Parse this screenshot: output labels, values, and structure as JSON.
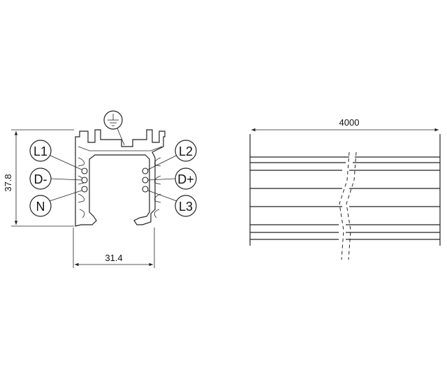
{
  "cross_section": {
    "height_dim": "37.8",
    "width_dim": "31.4",
    "ground_symbol": "ground-icon",
    "labels": {
      "l1": "L1",
      "d_minus": "D-",
      "n": "N",
      "l2": "L2",
      "d_plus": "D+",
      "l3": "L3"
    }
  },
  "side_view": {
    "length_dim": "4000"
  }
}
